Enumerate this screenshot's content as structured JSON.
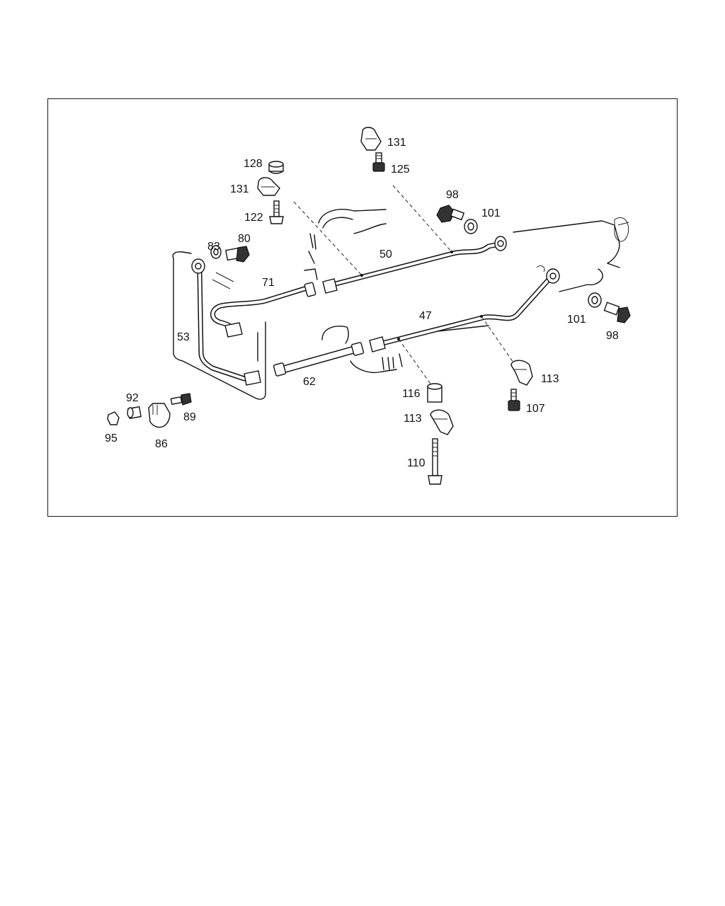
{
  "diagram": {
    "callouts": [
      {
        "id": "c131a",
        "text": "131"
      },
      {
        "id": "c125",
        "text": "125"
      },
      {
        "id": "c128",
        "text": "128"
      },
      {
        "id": "c131b",
        "text": "131"
      },
      {
        "id": "c122",
        "text": "122"
      },
      {
        "id": "c98a",
        "text": "98"
      },
      {
        "id": "c101a",
        "text": "101"
      },
      {
        "id": "c83",
        "text": "83"
      },
      {
        "id": "c80",
        "text": "80"
      },
      {
        "id": "c50",
        "text": "50"
      },
      {
        "id": "c71",
        "text": "71"
      },
      {
        "id": "c47",
        "text": "47"
      },
      {
        "id": "c101b",
        "text": "101"
      },
      {
        "id": "c98b",
        "text": "98"
      },
      {
        "id": "c53",
        "text": "53"
      },
      {
        "id": "c113a",
        "text": "113"
      },
      {
        "id": "c62",
        "text": "62"
      },
      {
        "id": "c116",
        "text": "116"
      },
      {
        "id": "c107",
        "text": "107"
      },
      {
        "id": "c92",
        "text": "92"
      },
      {
        "id": "c89",
        "text": "89"
      },
      {
        "id": "c113b",
        "text": "113"
      },
      {
        "id": "c95",
        "text": "95"
      },
      {
        "id": "c86",
        "text": "86"
      },
      {
        "id": "c110",
        "text": "110"
      }
    ]
  }
}
